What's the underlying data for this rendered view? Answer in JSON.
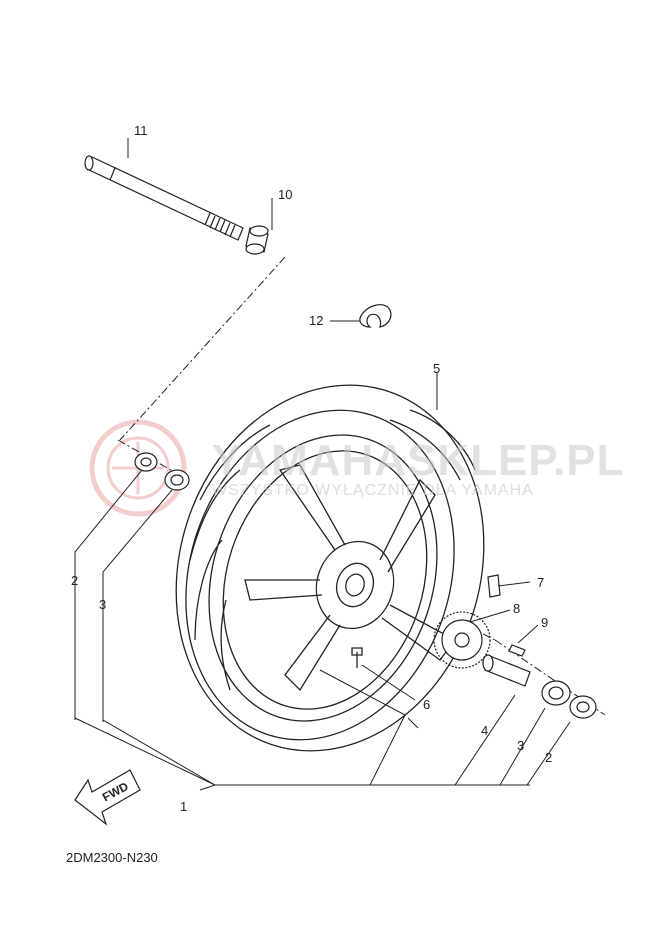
{
  "diagram": {
    "code": "2DM2300-N230",
    "fwd_label": "FWD",
    "watermark": {
      "title": "YAMAHASKLEP.PL",
      "subtitle": "WSZYSTKO WYŁĄCZNIE DLA YAMAHA"
    },
    "callouts": {
      "c1": "1",
      "c2a": "2",
      "c2b": "2",
      "c3a": "3",
      "c3b": "3",
      "c4": "4",
      "c5": "5",
      "c6": "6",
      "c7": "7",
      "c8": "8",
      "c9": "9",
      "c10": "10",
      "c11": "11",
      "c12": "12"
    }
  }
}
